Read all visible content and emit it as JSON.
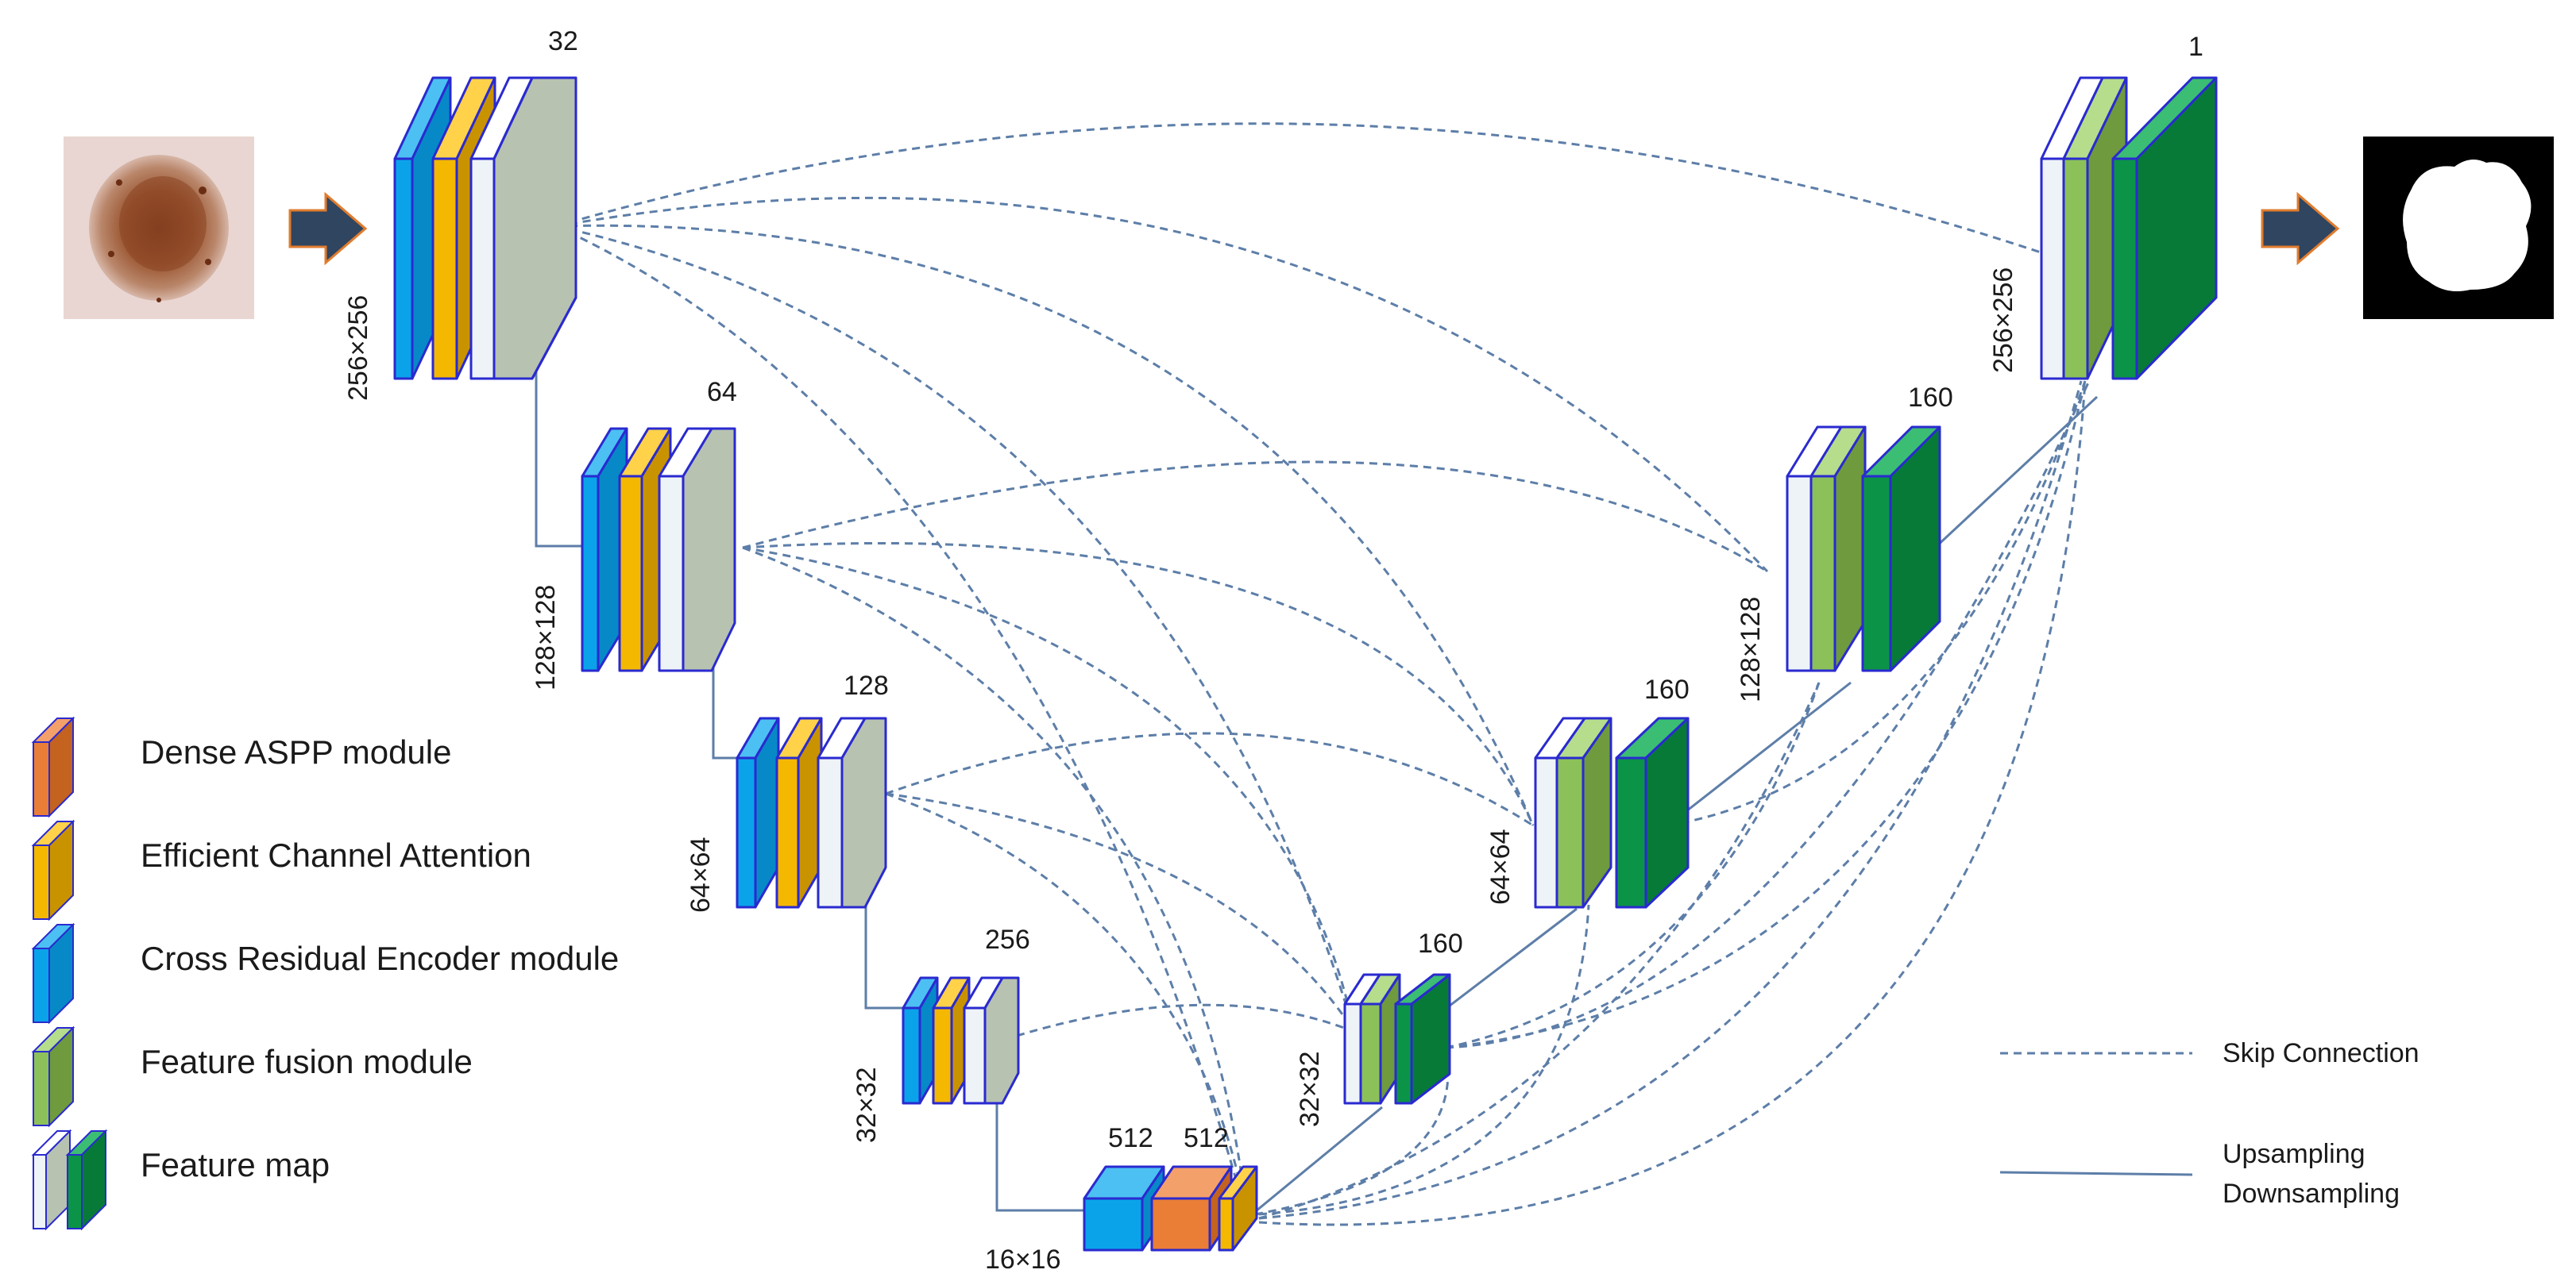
{
  "colors": {
    "encoder_blue": "#0aa3ea",
    "eca_gold": "#f5b800",
    "feature_map_white": "#eef3f7",
    "feature_map_grey": "#b7c2b1",
    "fusion_green": "#8cc15a",
    "fusion_green_dark": "#6f9a3e",
    "output_green": "#0b9447",
    "aspp_orange": "#ea7e36",
    "arrow_fill": "#2f4560",
    "arrow_stroke": "#e07c2e",
    "skip_line": "#5d7ea8"
  },
  "icons": {
    "input_image": "dermoscopy-lesion-image",
    "output_mask": "binary-segmentation-mask",
    "input_arrow": "right-arrow-icon",
    "output_arrow": "right-arrow-icon"
  },
  "encoder": {
    "e1": {
      "channels": "32",
      "resolution": "256×256"
    },
    "e2": {
      "channels": "64",
      "resolution": "128×128"
    },
    "e3": {
      "channels": "128",
      "resolution": "64×64"
    },
    "e4": {
      "channels": "256",
      "resolution": "32×32"
    },
    "bottleneck": {
      "channels_a": "512",
      "channels_b": "512",
      "resolution": "16×16"
    }
  },
  "decoder": {
    "d4": {
      "channels": "160",
      "resolution": "32×32"
    },
    "d3": {
      "channels": "160",
      "resolution": "64×64"
    },
    "d2": {
      "channels": "160",
      "resolution": "128×128"
    },
    "d1": {
      "channels": "1",
      "resolution": "256×256"
    }
  },
  "legend": {
    "aspp": "Dense ASPP module",
    "eca": "Efficient Channel Attention",
    "cre": "Cross Residual Encoder module",
    "ffm": "Feature fusion module",
    "fmap": "Feature map",
    "skip": "Skip Connection",
    "updown_1": "Upsampling",
    "updown_2": "Downsampling"
  }
}
